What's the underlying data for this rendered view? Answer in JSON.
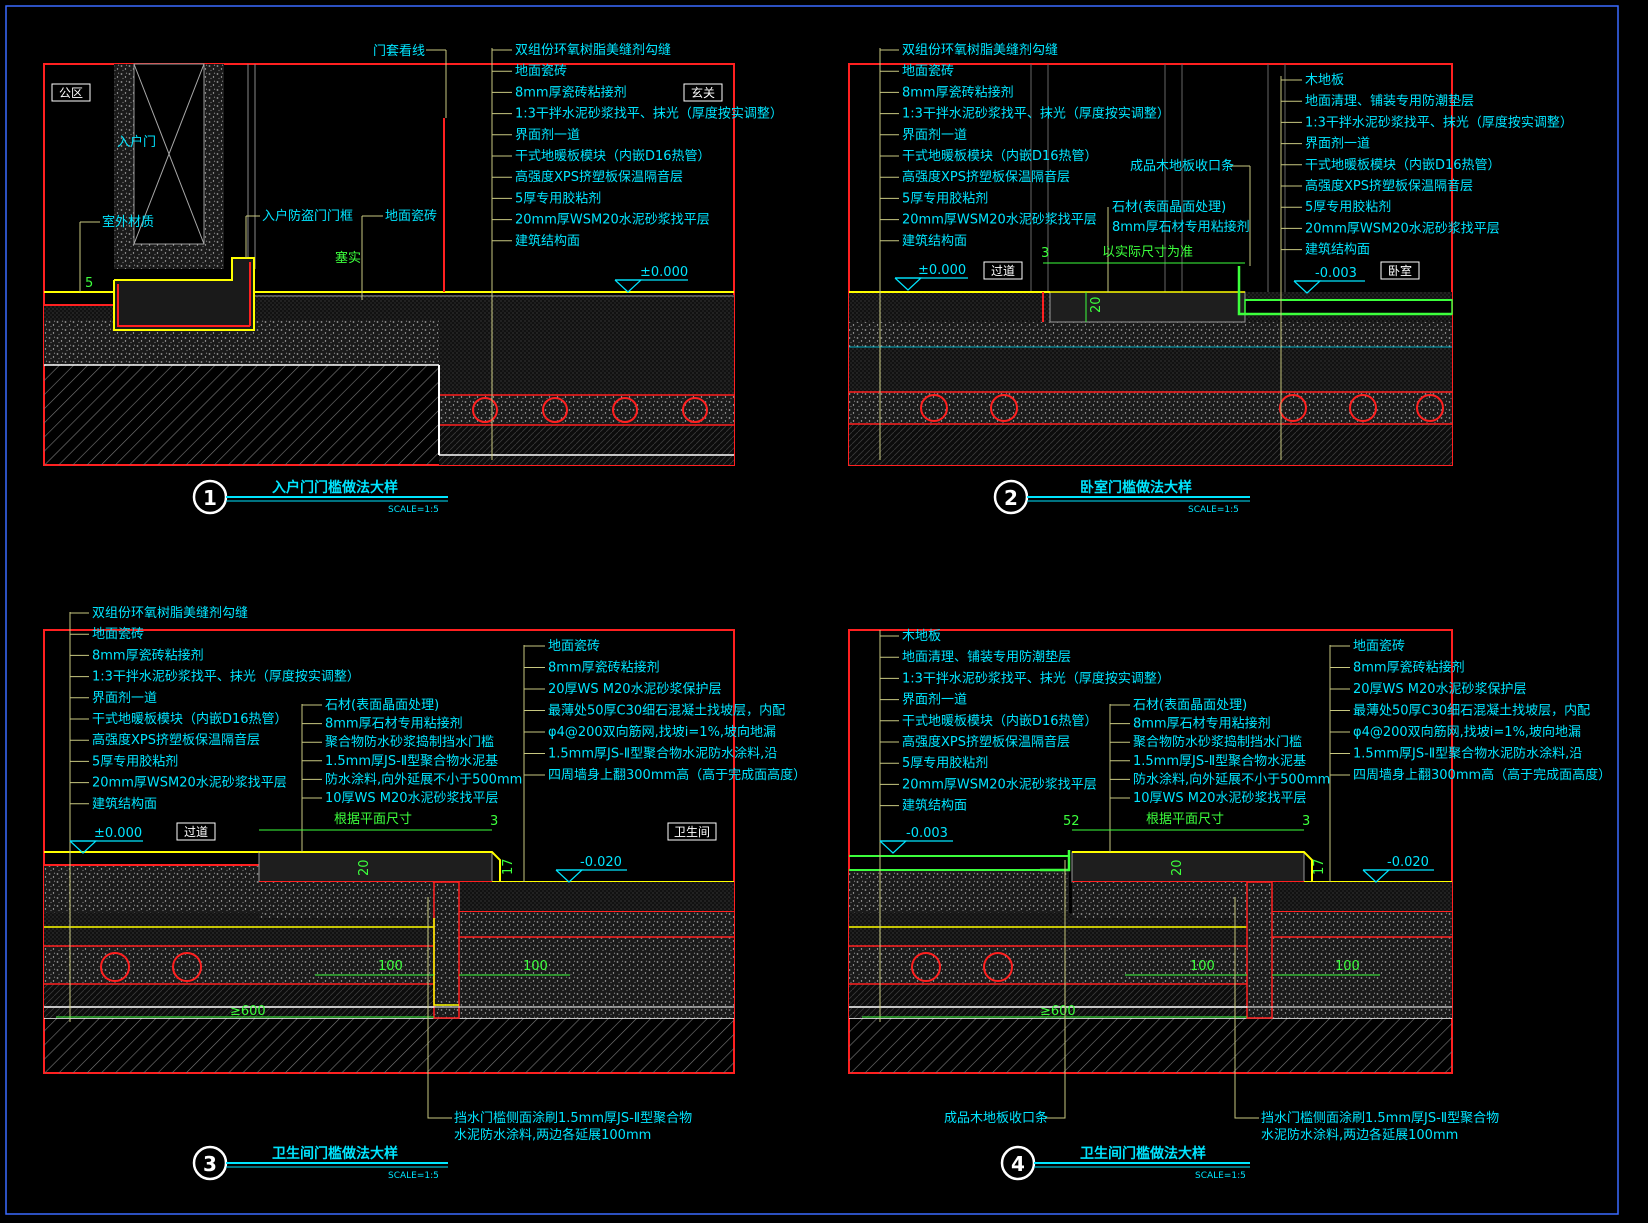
{
  "colors": {
    "frame": "#ff2020",
    "label": "#00e5ff",
    "leader": "#c8c880",
    "finish": "#ffff00",
    "wood": "#3cff3c",
    "concrete": "#888888",
    "bg": "#000000"
  },
  "d1": {
    "num": "1",
    "title": "入户门门槛做法大样",
    "scale": "SCALE=1:5",
    "tag_left": "公区",
    "tag_right": "玄关",
    "door": "入户门",
    "outside": "室外材质",
    "frame": "入户防盗门门框",
    "tile": "地面瓷砖",
    "trim": "门套看线",
    "fill": "塞实",
    "dim5": "5",
    "level": "±0.000",
    "layers": [
      "双组份环氧树脂美缝剂勾缝",
      "地面瓷砖",
      "8mm厚瓷砖粘接剂",
      "1:3干拌水泥砂浆找平、抹光（厚度按实调整）",
      "界面剂一道",
      "干式地暖板模块（内嵌D16热管）",
      "高强度XPS挤塑板保温隔音层",
      "5厚专用胶粘剂",
      "20mm厚WSM20水泥砂浆找平层",
      "建筑结构面"
    ]
  },
  "d2": {
    "num": "2",
    "title": "卧室门槛做法大样",
    "scale": "SCALE=1:5",
    "tag_left": "过道",
    "tag_right": "卧室",
    "level_left": "±0.000",
    "level_right": "-0.003",
    "strip": "成品木地板收口条",
    "stone1": "石材(表面晶面处理)",
    "stone2": "8mm厚石材专用粘接剂",
    "actual": "以实际尺寸为准",
    "dim3": "3",
    "dim20": "20",
    "layers_left": [
      "双组份环氧树脂美缝剂勾缝",
      "地面瓷砖",
      "8mm厚瓷砖粘接剂",
      "1:3干拌水泥砂浆找平、抹光（厚度按实调整）",
      "界面剂一道",
      "干式地暖板模块（内嵌D16热管）",
      "高强度XPS挤塑板保温隔音层",
      "5厚专用胶粘剂",
      "20mm厚WSM20水泥砂浆找平层",
      "建筑结构面"
    ],
    "layers_right": [
      "木地板",
      "地面清理、铺装专用防潮垫层",
      "1:3干拌水泥砂浆找平、抹光（厚度按实调整）",
      "界面剂一道",
      "干式地暖板模块（内嵌D16热管）",
      "高强度XPS挤塑板保温隔音层",
      "5厚专用胶粘剂",
      "20mm厚WSM20水泥砂浆找平层",
      "建筑结构面"
    ]
  },
  "d3": {
    "num": "3",
    "title": "卫生间门槛做法大样",
    "scale": "SCALE=1:5",
    "tag_left": "过道",
    "tag_right": "卫生间",
    "level_left": "±0.000",
    "level_right": "-0.020",
    "plan": "根据平面尺寸",
    "dim3": "3",
    "dim17": "17",
    "dim20": "20",
    "dim100a": "100",
    "dim100b": "100",
    "dim600": "≥600",
    "note1": "挡水门槛侧面涂刷1.5mm厚JS-Ⅱ型聚合物",
    "note2": "水泥防水涂料,两边各延展100mm",
    "layers_left": [
      "双组份环氧树脂美缝剂勾缝",
      "地面瓷砖",
      "8mm厚瓷砖粘接剂",
      "1:3干拌水泥砂浆找平、抹光（厚度按实调整）",
      "界面剂一道",
      "干式地暖板模块（内嵌D16热管）",
      "高强度XPS挤塑板保温隔音层",
      "5厚专用胶粘剂",
      "20mm厚WSM20水泥砂浆找平层",
      "建筑结构面"
    ],
    "layers_mid": [
      "石材(表面晶面处理)",
      "8mm厚石材专用粘接剂",
      "聚合物防水砂浆捣制挡水门槛",
      "1.5mm厚JS-Ⅱ型聚合物水泥基",
      "防水涂料,向外延展不小于500mm",
      "10厚WS M20水泥砂浆找平层"
    ],
    "layers_right": [
      "地面瓷砖",
      "8mm厚瓷砖粘接剂",
      "20厚WS M20水泥砂浆保护层",
      "最薄处50厚C30细石混凝土找坡层，内配",
      "φ4@200双向筋网,找坡i=1%,坡向地漏",
      "1.5mm厚JS-Ⅱ型聚合物水泥防水涂料,沿",
      "四周墙身上翻300mm高（高于完成面高度）"
    ]
  },
  "d4": {
    "num": "4",
    "title": "卫生间门槛做法大样",
    "scale": "SCALE=1:5",
    "level_left": "-0.003",
    "level_right": "-0.020",
    "plan": "根据平面尺寸",
    "dim3": "3",
    "dim52": "52",
    "dim17": "17",
    "dim20": "20",
    "dim100a": "100",
    "dim100b": "100",
    "dim600": "≥600",
    "strip": "成品木地板收口条",
    "note1": "挡水门槛侧面涂刷1.5mm厚JS-Ⅱ型聚合物",
    "note2": "水泥防水涂料,两边各延展100mm",
    "layers_left": [
      "木地板",
      "地面清理、铺装专用防潮垫层",
      "1:3干拌水泥砂浆找平、抹光（厚度按实调整）",
      "界面剂一道",
      "干式地暖板模块（内嵌D16热管）",
      "高强度XPS挤塑板保温隔音层",
      "5厚专用胶粘剂",
      "20mm厚WSM20水泥砂浆找平层",
      "建筑结构面"
    ],
    "layers_mid": [
      "石材(表面晶面处理)",
      "8mm厚石材专用粘接剂",
      "聚合物防水砂浆捣制挡水门槛",
      "1.5mm厚JS-Ⅱ型聚合物水泥基",
      "防水涂料,向外延展不小于500mm",
      "10厚WS M20水泥砂浆找平层"
    ],
    "layers_right": [
      "地面瓷砖",
      "8mm厚瓷砖粘接剂",
      "20厚WS M20水泥砂浆保护层",
      "最薄处50厚C30细石混凝土找坡层，内配",
      "φ4@200双向筋网,找坡i=1%,坡向地漏",
      "1.5mm厚JS-Ⅱ型聚合物水泥防水涂料,沿",
      "四周墙身上翻300mm高（高于完成面高度）"
    ]
  }
}
